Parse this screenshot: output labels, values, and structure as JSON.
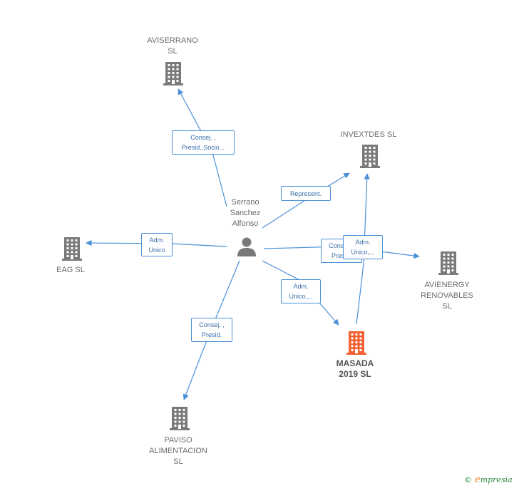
{
  "colors": {
    "edge": "#4a90d9",
    "company_icon": "#7a7a7a",
    "company_icon_highlight": "#f06030",
    "person_icon": "#7a7a7a",
    "brand": "#2b8a3e"
  },
  "nodes": [
    {
      "id": "person",
      "type": "person",
      "icon": "person-icon",
      "lines": [
        "Serrano",
        "Sanchez",
        "Alfonso"
      ]
    },
    {
      "id": "aviserrano",
      "type": "company",
      "icon": "building-icon",
      "lines": [
        "AVISERRANO",
        "SL"
      ]
    },
    {
      "id": "invextdes",
      "type": "company",
      "icon": "building-icon",
      "lines": [
        "INVEXTDES  SL"
      ]
    },
    {
      "id": "eag",
      "type": "company",
      "icon": "building-icon",
      "lines": [
        "EAG SL"
      ]
    },
    {
      "id": "avienergy",
      "type": "company",
      "icon": "building-icon",
      "lines": [
        "AVIENERGY",
        "RENOVABLES",
        "SL"
      ]
    },
    {
      "id": "masada",
      "type": "company",
      "icon": "building-icon",
      "highlight": true,
      "lines": [
        "MASADA",
        "2019  SL"
      ]
    },
    {
      "id": "paviso",
      "type": "company",
      "icon": "building-icon",
      "lines": [
        "PAVISO",
        "ALIMENTACION",
        "SL"
      ]
    }
  ],
  "edges": [
    {
      "from": "person",
      "to": "aviserrano",
      "label": [
        "Consej. ,",
        "Presid.,Socio..."
      ]
    },
    {
      "from": "person",
      "to": "invextdes",
      "label": [
        "Represent."
      ]
    },
    {
      "from": "person",
      "to": "eag",
      "label": [
        "Adm.",
        "Unico"
      ]
    },
    {
      "from": "person",
      "to": "avienergy",
      "label": [
        "Consej. ,",
        "Presid."
      ]
    },
    {
      "from": "person",
      "to": "masada",
      "label": [
        "Adm.",
        "Unico,..."
      ]
    },
    {
      "from": "person",
      "to": "paviso",
      "label": [
        "Consej. ,",
        "Presid."
      ]
    },
    {
      "from": "masada",
      "to": "invextdes",
      "label": [
        "Adm.",
        "Unico,..."
      ]
    }
  ],
  "brand": {
    "symbol": "©",
    "first_letter": "e",
    "rest": "mpresia"
  }
}
